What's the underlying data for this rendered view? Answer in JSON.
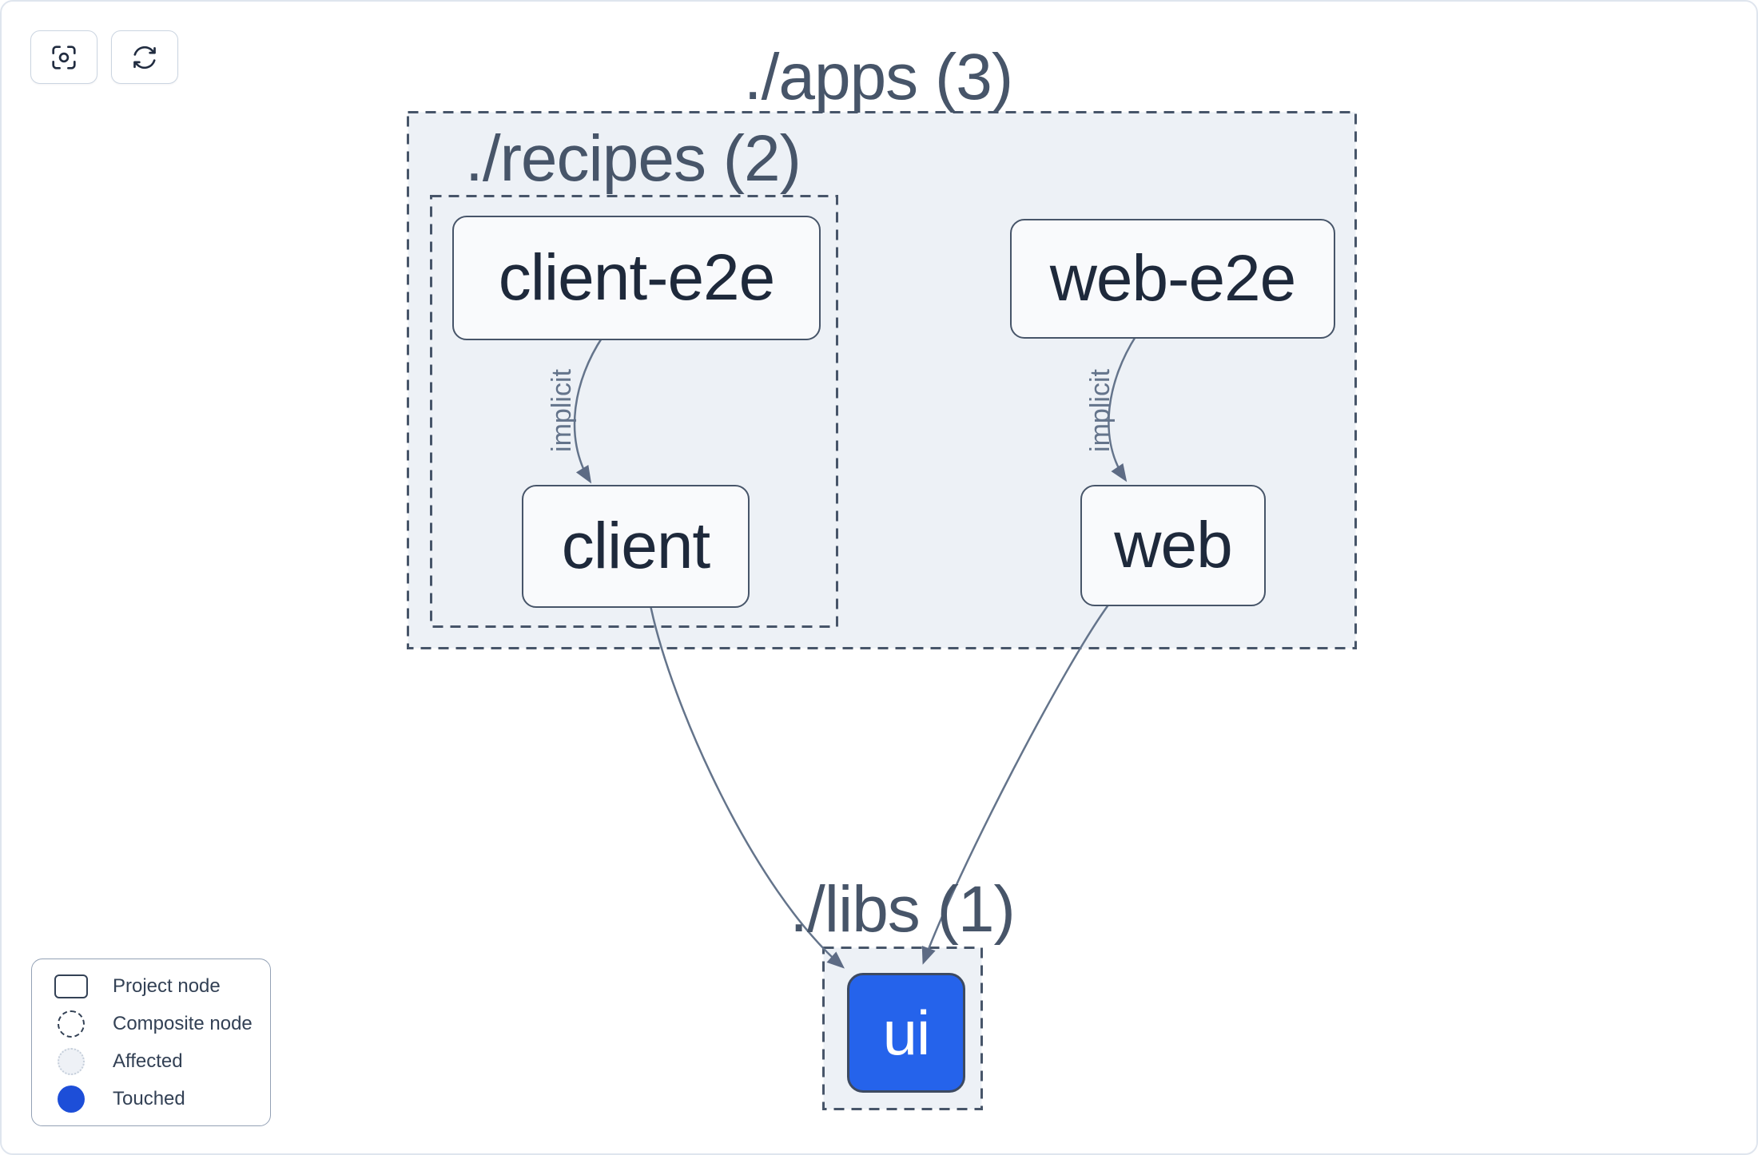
{
  "toolbar": {
    "buttons": [
      {
        "id": "focus",
        "icon": "focus-icon"
      },
      {
        "id": "refresh",
        "icon": "refresh-icon"
      }
    ]
  },
  "graph": {
    "composites": [
      {
        "id": "apps",
        "label": "./apps (3)"
      },
      {
        "id": "recipes",
        "label": "./recipes (2)"
      },
      {
        "id": "libs",
        "label": "./libs (1)"
      }
    ],
    "nodes": [
      {
        "id": "client-e2e",
        "label": "client-e2e",
        "state": "normal"
      },
      {
        "id": "web-e2e",
        "label": "web-e2e",
        "state": "normal"
      },
      {
        "id": "client",
        "label": "client",
        "state": "normal"
      },
      {
        "id": "web",
        "label": "web",
        "state": "normal"
      },
      {
        "id": "ui",
        "label": "ui",
        "state": "touched"
      }
    ],
    "edges": [
      {
        "source": "client-e2e",
        "target": "client",
        "label": "implicit"
      },
      {
        "source": "web-e2e",
        "target": "web",
        "label": "implicit"
      },
      {
        "source": "client",
        "target": "ui",
        "label": ""
      },
      {
        "source": "web",
        "target": "ui",
        "label": ""
      }
    ]
  },
  "legend": {
    "items": [
      {
        "swatch": "project-node-swatch",
        "label": "Project node"
      },
      {
        "swatch": "composite-node-swatch",
        "label": "Composite node"
      },
      {
        "swatch": "affected-swatch",
        "label": "Affected"
      },
      {
        "swatch": "touched-swatch",
        "label": "Touched"
      }
    ]
  },
  "colors": {
    "touched_blue": "#2563eb",
    "legend_touched_blue": "#1d4ed8",
    "composite_bg": "#edf1f6",
    "composite_border": "#475569",
    "node_bg": "#f9fafc",
    "node_border": "#475569",
    "node_text": "#1e293b",
    "edge": "#64748b",
    "page_border": "#dfe5ee"
  }
}
